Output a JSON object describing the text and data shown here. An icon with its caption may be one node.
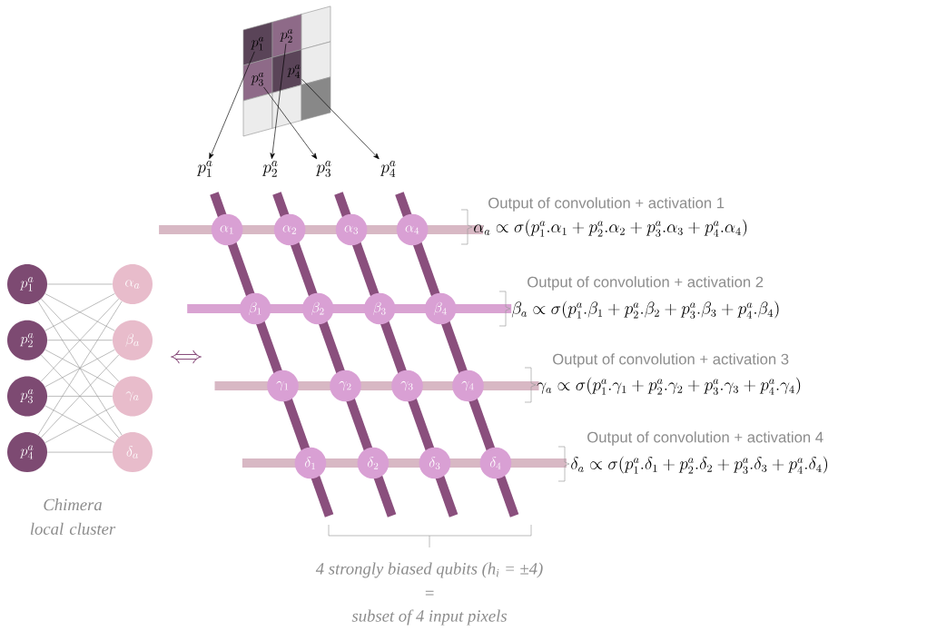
{
  "diagram": {
    "nodes": [
      {
        "text": [
          "p_1^a"
        ]
      },
      {
        "text": [
          "p_2^a"
        ]
      },
      {
        "text": [
          "p_3^a"
        ]
      },
      {
        "text": [
          "p_4^a"
        ]
      },
      {
        "text": [
          "p_1^a"
        ]
      },
      {
        "text": [
          "p_2^a"
        ]
      },
      {
        "text": [
          "p_3^a"
        ]
      },
      {
        "text": [
          "p_4^a"
        ]
      },
      {
        "text": [
          "p_1^a"
        ]
      },
      {
        "text": [
          "p_2^a"
        ]
      },
      {
        "text": [
          "p_3^a"
        ]
      },
      {
        "text": [
          "p_4^a"
        ]
      },
      {
        "text": [
          "\\alpha_a"
        ]
      },
      {
        "text": [
          "\\beta_a"
        ]
      },
      {
        "text": [
          "\\gamma_a"
        ]
      },
      {
        "text": [
          "\\delta_a"
        ]
      },
      {
        "text": [
          "\\alpha_1"
        ]
      },
      {
        "text": [
          "\\alpha_2"
        ]
      },
      {
        "text": [
          "\\alpha_3"
        ]
      },
      {
        "text": [
          "\\alpha_4"
        ]
      },
      {
        "text": [
          "\\beta_1"
        ]
      },
      {
        "text": [
          "\\beta_2"
        ]
      },
      {
        "text": [
          "\\beta_3"
        ]
      },
      {
        "text": [
          "\\beta_4"
        ]
      },
      {
        "text": [
          "\\gamma_1"
        ]
      },
      {
        "text": [
          "\\gamma_2"
        ]
      },
      {
        "text": [
          "\\gamma_3"
        ]
      },
      {
        "text": [
          "\\gamma_4"
        ]
      },
      {
        "text": [
          "\\delta_1"
        ]
      },
      {
        "text": [
          "\\delta_2"
        ]
      },
      {
        "text": [
          "\\delta_3"
        ]
      },
      {
        "text": [
          "\\delta_4"
        ]
      }
    ],
    "edges": [
      {
        "from": 0,
        "to": 4,
        "arrow": "to",
        "color": "#000000"
      },
      {
        "from": 1,
        "to": 5,
        "arrow": "to",
        "color": "#000000"
      },
      {
        "from": 2,
        "to": 6,
        "arrow": "to",
        "color": "#000000"
      },
      {
        "from": 3,
        "to": 7,
        "arrow": "to",
        "color": "#000000"
      },
      {
        "from": 8,
        "to": 12,
        "arrow": "none"
      },
      {
        "from": 8,
        "to": 13,
        "arrow": "none"
      },
      {
        "from": 8,
        "to": 14,
        "arrow": "none"
      },
      {
        "from": 8,
        "to": 15,
        "arrow": "none"
      },
      {
        "from": 9,
        "to": 12,
        "arrow": "none"
      },
      {
        "from": 9,
        "to": 13,
        "arrow": "none"
      },
      {
        "from": 9,
        "to": 14,
        "arrow": "none"
      },
      {
        "from": 9,
        "to": 15,
        "arrow": "none"
      },
      {
        "from": 10,
        "to": 12,
        "arrow": "none"
      },
      {
        "from": 10,
        "to": 13,
        "arrow": "none"
      },
      {
        "from": 10,
        "to": 14,
        "arrow": "none"
      },
      {
        "from": 10,
        "to": 15,
        "arrow": "none"
      },
      {
        "from": 11,
        "to": 12,
        "arrow": "none"
      },
      {
        "from": 11,
        "to": 13,
        "arrow": "none"
      },
      {
        "from": 11,
        "to": 14,
        "arrow": "none"
      },
      {
        "from": 11,
        "to": 15,
        "arrow": "none"
      }
    ],
    "labels": [
      "Output of convolution + activation 1",
      "\\alpha_a \\propto \\sigma(p_1^a.\\alpha_1 + p_2^a.\\alpha_2 + p_3^a.\\alpha_3 + p_4^a.\\alpha_4)",
      "Output of convolution + activation 2",
      "\\beta_a \\propto \\sigma(p_1^a.\\beta_1 + p_2^a.\\beta_2 + p_3^a.\\beta_3 + p_4^a.\\beta_4)",
      "Output of convolution + activation 3",
      "\\gamma_a \\propto \\sigma(p_1^a.\\gamma_1 + p_2^a.\\gamma_2 + p_3^a.\\gamma_3 + p_4^a.\\gamma_4)",
      "Output of convolution + activation 4",
      "\\delta_a \\propto \\sigma(p_1^a.\\delta_1 + p_2^a.\\delta_2 + p_3^a.\\delta_3 + p_4^a.\\delta_4)",
      "Chimera local cluster",
      "4 strongly biased qubits (h$_{i}$ = ±4)",
      "=",
      "subset of 4 input pixels"
    ]
  }
}
